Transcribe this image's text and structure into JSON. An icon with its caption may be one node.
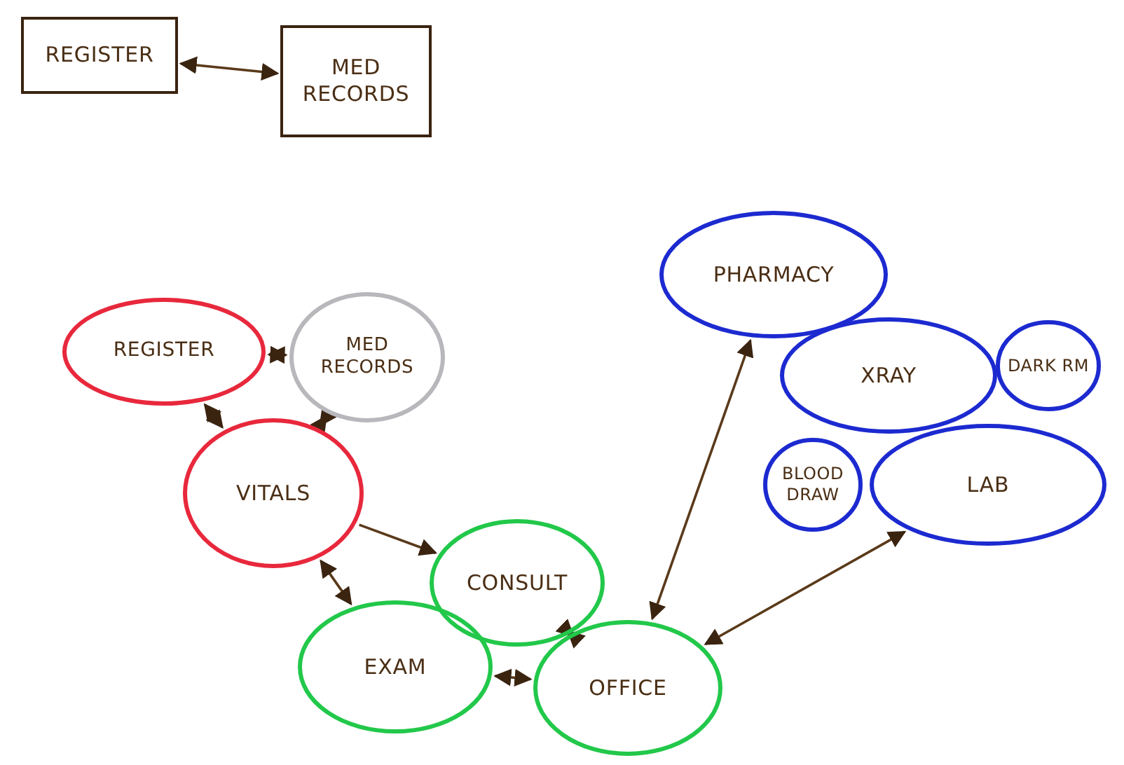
{
  "diagram": {
    "nodes": [
      {
        "text": [
          "REGISTER"
        ]
      },
      {
        "text": [
          "MED RECORDS"
        ]
      },
      {
        "text": [
          "REGISTER"
        ]
      },
      {
        "text": [
          "MED RECORDS"
        ]
      },
      {
        "text": [
          "VITALS"
        ]
      },
      {
        "text": [
          "CONSULT"
        ]
      },
      {
        "text": [
          "EXAM"
        ]
      },
      {
        "text": [
          "OFFICE"
        ]
      },
      {
        "text": [
          "PHARMACY"
        ]
      },
      {
        "text": [
          "XRAY"
        ]
      },
      {
        "text": [
          "DARK RM"
        ]
      },
      {
        "text": [
          "BLOOD DRAW"
        ]
      },
      {
        "text": [
          "LAB"
        ]
      }
    ],
    "edges": [
      {
        "from": 0,
        "to": 1,
        "arrow": "both"
      },
      {
        "from": 2,
        "to": 3,
        "arrow": "both"
      },
      {
        "from": 2,
        "to": 4,
        "arrow": "both"
      },
      {
        "from": 3,
        "to": 4,
        "arrow": "both"
      },
      {
        "from": 4,
        "to": 5,
        "arrow": "to"
      },
      {
        "from": 4,
        "to": 6,
        "arrow": "both"
      },
      {
        "from": 5,
        "to": 7,
        "arrow": "both"
      },
      {
        "from": 6,
        "to": 7,
        "arrow": "both"
      },
      {
        "from": 7,
        "to": 8,
        "arrow": "both"
      },
      {
        "from": 7,
        "to": 12,
        "arrow": "both"
      }
    ]
  }
}
